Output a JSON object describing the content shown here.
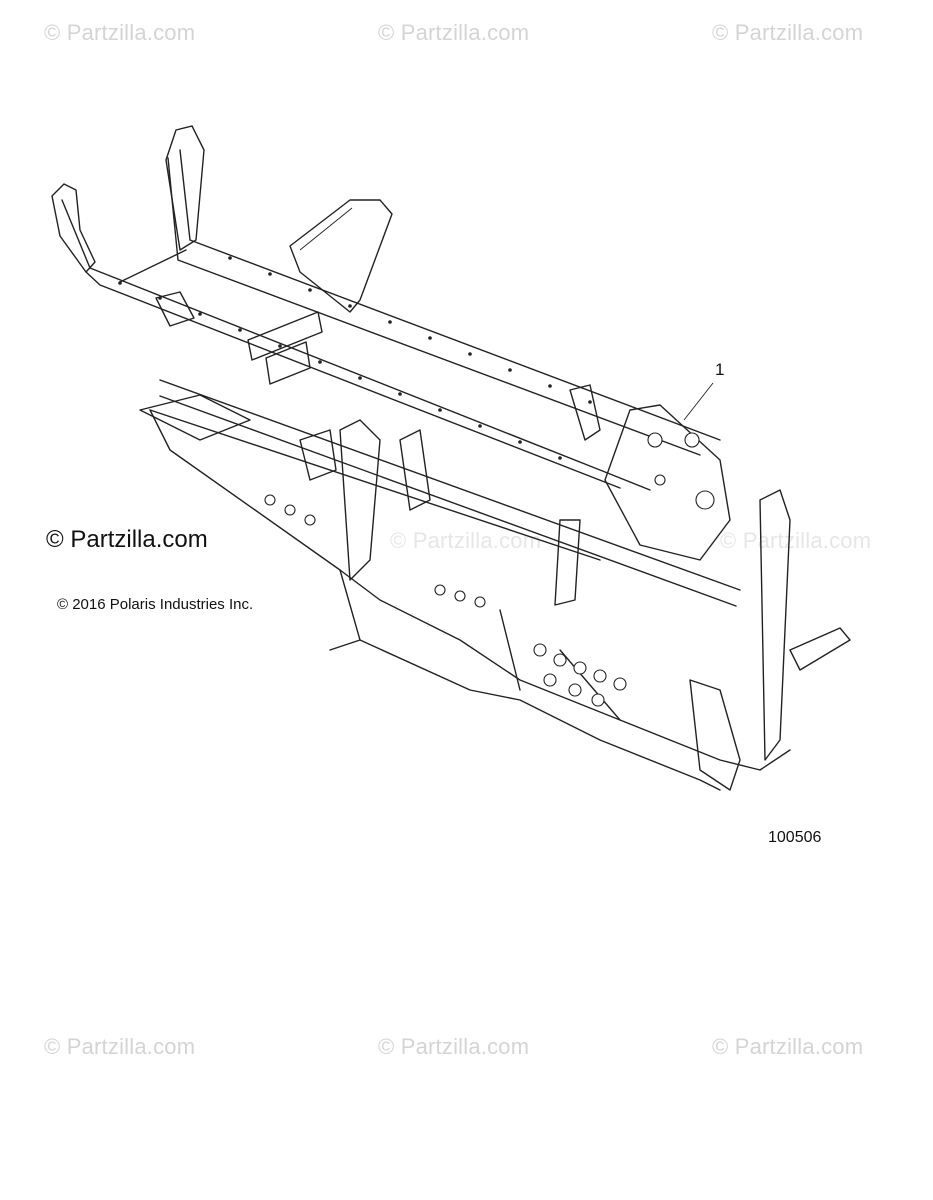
{
  "watermark": "© Partzilla.com",
  "copyright_main": "© Partzilla.com",
  "copyright_polaris": "© 2016 Polaris Industries Inc.",
  "diagram_number": "100506",
  "callouts": [
    {
      "label": "1"
    }
  ],
  "colors": {
    "line": "#222222",
    "watermark": "#d4d4d4",
    "background": "#ffffff"
  }
}
